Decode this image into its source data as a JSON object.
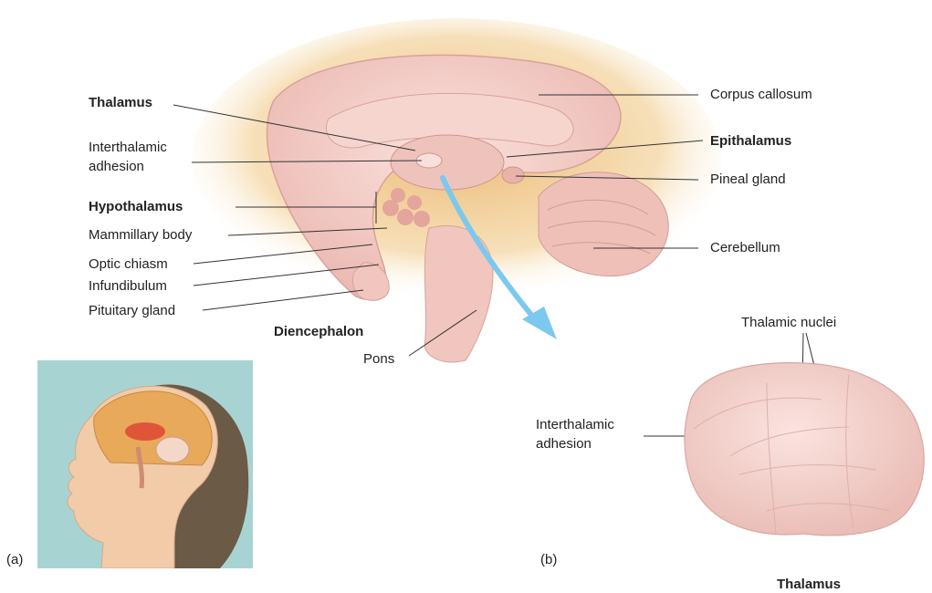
{
  "labels": {
    "thalamus": "Thalamus",
    "interthalamic_adhesion_left": "Interthalamic\nadhesion",
    "hypothalamus": "Hypothalamus",
    "mammillary_body": "Mammillary body",
    "optic_chiasm": "Optic chiasm",
    "infundibulum": "Infundibulum",
    "pituitary_gland": "Pituitary gland",
    "diencephalon": "Diencephalon",
    "pons": "Pons",
    "corpus_callosum": "Corpus callosum",
    "epithalamus": "Epithalamus",
    "pineal_gland": "Pineal gland",
    "cerebellum": "Cerebellum",
    "thalamic_nuclei": "Thalamic nuclei",
    "interthalamic_adhesion_right": "Interthalamic\nadhesion",
    "thalamus_caption": "Thalamus",
    "panel_a": "(a)",
    "panel_b": "(b)"
  },
  "colors": {
    "brain_pink": "#f2c9c4",
    "brain_outline": "#d9a39c",
    "halo": "#f0c88a",
    "arrow": "#7cc8ee",
    "panel_bg": "#a7d4d3"
  }
}
